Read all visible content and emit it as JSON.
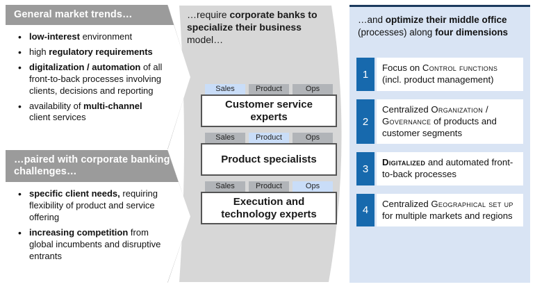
{
  "colors": {
    "header_band_gray": "#9b9b9b",
    "middle_panel_gray": "#d7d7d7",
    "tab_gray": "#b1b4b8",
    "tab_active_blue": "#c9ddf8",
    "right_panel_blue": "#d9e4f4",
    "right_top_line_navy": "#1b3a5e",
    "dimension_number_blue": "#1769ad",
    "box_border_gray": "#545454"
  },
  "left": {
    "sections": [
      {
        "title": "General market trends…",
        "bullets": [
          [
            {
              "t": "low-interest",
              "b": true
            },
            {
              "t": " environment"
            }
          ],
          [
            {
              "t": "high "
            },
            {
              "t": "regulatory requirements",
              "b": true
            }
          ],
          [
            {
              "t": "digitalization / automation",
              "b": true
            },
            {
              "t": " of all front-to-back processes involving clients, decisions and reporting"
            }
          ],
          [
            {
              "t": "availability of "
            },
            {
              "t": "multi-channel",
              "b": true
            },
            {
              "t": " client services"
            }
          ]
        ]
      },
      {
        "title": "…paired with corporate banking challenges…",
        "bullets": [
          [
            {
              "t": "specific client needs,",
              "b": true
            },
            {
              "t": " requiring flexibility of product and service offering"
            }
          ],
          [
            {
              "t": "increasing competition",
              "b": true
            },
            {
              "t": " from global incumbents and disruptive entrants"
            }
          ]
        ]
      }
    ]
  },
  "middle": {
    "header": [
      {
        "t": "…require "
      },
      {
        "t": "corporate banks to specialize their business ",
        "b": true
      },
      {
        "t": "model…"
      }
    ],
    "groups": [
      {
        "label": "Customer service experts",
        "tabs": [
          {
            "label": "Sales",
            "active": true
          },
          {
            "label": "Product",
            "active": false
          },
          {
            "label": "Ops",
            "active": false
          }
        ]
      },
      {
        "label": "Product specialists",
        "tabs": [
          {
            "label": "Sales",
            "active": false
          },
          {
            "label": "Product",
            "active": true
          },
          {
            "label": "Ops",
            "active": false
          }
        ]
      },
      {
        "label": "Execution and technology experts",
        "tabs": [
          {
            "label": "Sales",
            "active": false
          },
          {
            "label": "Product",
            "active": false
          },
          {
            "label": "Ops",
            "active": true
          }
        ]
      }
    ]
  },
  "right": {
    "header": [
      {
        "t": "…and "
      },
      {
        "t": "optimize their middle office",
        "b": true
      },
      {
        "t": " (processes) along "
      },
      {
        "t": "four dimensions",
        "b": true
      }
    ],
    "items": [
      {
        "num": "1",
        "text": [
          {
            "t": "Focus on "
          },
          {
            "t": "Control functions",
            "sc": true
          },
          {
            "t": " (incl. product management)"
          }
        ]
      },
      {
        "num": "2",
        "text": [
          {
            "t": "Centralized "
          },
          {
            "t": "Organization / Governance",
            "sc": true
          },
          {
            "t": " of products and customer segments"
          }
        ]
      },
      {
        "num": "3",
        "text": [
          {
            "t": "Digitalized",
            "sc": true,
            "b": true
          },
          {
            "t": " and automated front-to-back processes"
          }
        ]
      },
      {
        "num": "4",
        "text": [
          {
            "t": "Centralized "
          },
          {
            "t": "Geographical set up",
            "sc": true
          },
          {
            "t": " for multiple markets and regions"
          }
        ]
      }
    ]
  }
}
